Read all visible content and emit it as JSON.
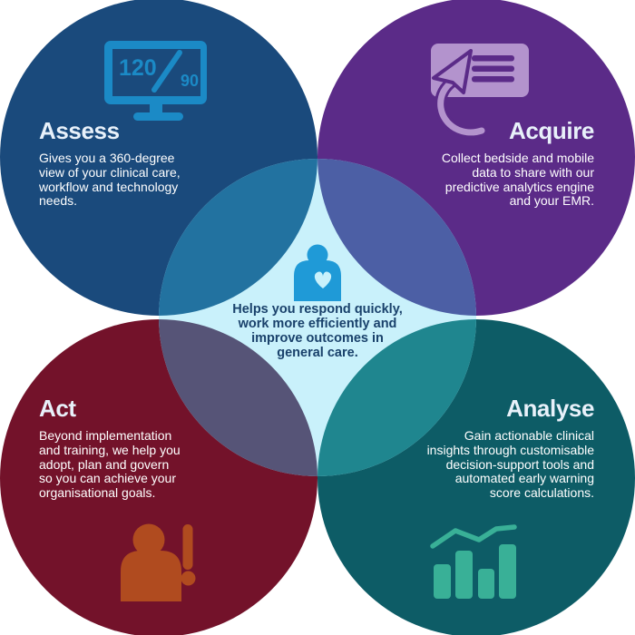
{
  "infographic": {
    "center": {
      "icon": "patient-heart-icon",
      "lines": [
        "Helps you respond quickly,",
        "work more efficiently and",
        "improve outcomes in",
        "general care."
      ]
    },
    "assess": {
      "title": "Assess",
      "icon": "blood-pressure-monitor-icon",
      "monitor_systolic": "120",
      "monitor_diastolic": "90",
      "lines": [
        "Gives you a 360-degree",
        "view of your clinical care,",
        "workflow and technology",
        "needs."
      ]
    },
    "acquire": {
      "title": "Acquire",
      "icon": "data-card-arrow-icon",
      "lines": [
        "Collect bedside and mobile",
        "data to share with our",
        "predictive analytics engine",
        "and your EMR."
      ]
    },
    "act": {
      "title": "Act",
      "icon": "person-alert-icon",
      "lines": [
        "Beyond implementation",
        "and training, we help you",
        "adopt, plan and govern",
        "so you can achieve your",
        "organisational goals."
      ]
    },
    "analyse": {
      "title": "Analyse",
      "icon": "bar-chart-trend-icon",
      "lines": [
        "Gain actionable clinical",
        "insights through customisable",
        "decision-support tools and",
        "automated early warning",
        "score calculations."
      ]
    }
  },
  "colors": {
    "background": "#FFFFFF",
    "assess_circle": "#1A4A7C",
    "acquire_circle": "#5B2B88",
    "act_circle": "#73122A",
    "analyse_circle": "#0D5C66",
    "center_circle": "#C9F1FB",
    "lens_assess": "#2272A0",
    "lens_acquire": "#4C5FA5",
    "lens_act": "#565477",
    "lens_analyse": "#1F868F",
    "assess_icon": "#1B8AC6",
    "acquire_icon": "#B393CD",
    "act_icon": "#B04B1F",
    "analyse_icon": "#39B097",
    "center_icon": "#1F9AD7",
    "title_text": "#E8F1FA",
    "body_text": "#FFFFFF",
    "center_text": "#19416B"
  }
}
